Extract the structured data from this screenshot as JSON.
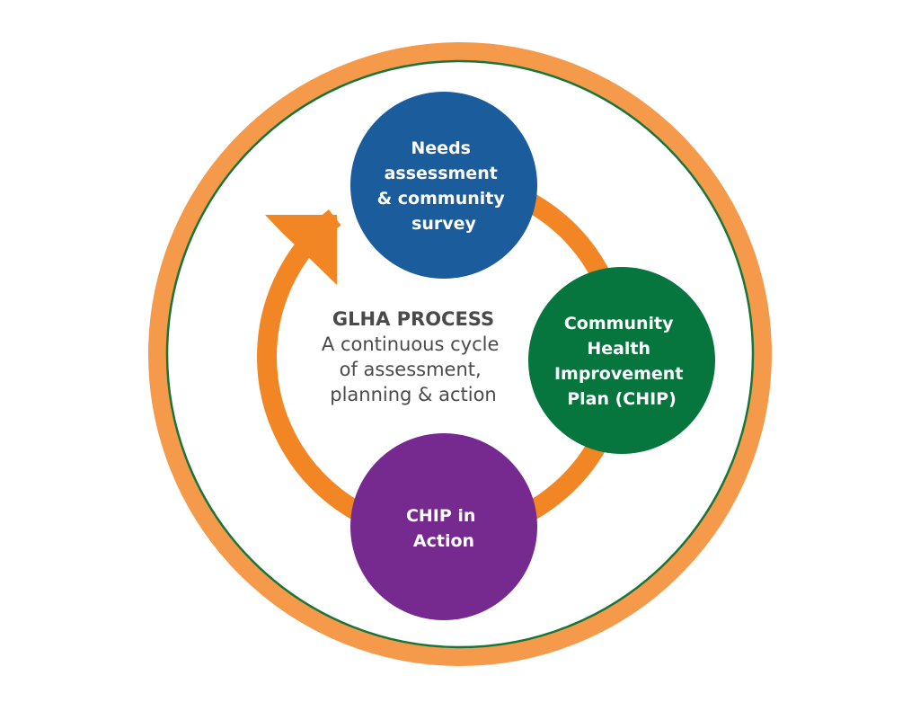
{
  "colors": {
    "outer_ring": "#F5994A",
    "outer_ring_inner_stroke": "#17753A",
    "cycle_arrow": "#F28524",
    "needs_assessment": "#1B5C9C",
    "chip": "#07753E",
    "chip_in_action": "#76298F",
    "center_text": "#4A4A4A",
    "node_text": "#FFFFFF"
  },
  "center": {
    "title": "GLHA PROCESS",
    "subtitle_lines": [
      "A continuous cycle",
      "of assessment,",
      "planning & action"
    ]
  },
  "nodes": [
    {
      "id": "needs-assessment",
      "lines": [
        "Needs",
        "assessment",
        "& community",
        "survey"
      ],
      "color_key": "needs_assessment"
    },
    {
      "id": "chip",
      "lines": [
        "Community",
        "Health",
        "Improvement",
        "Plan (CHIP)"
      ],
      "color_key": "chip"
    },
    {
      "id": "chip-in-action",
      "lines": [
        "CHIP in",
        "Action"
      ],
      "color_key": "chip_in_action"
    }
  ],
  "flow": [
    "needs-assessment",
    "chip",
    "chip-in-action",
    "needs-assessment"
  ]
}
